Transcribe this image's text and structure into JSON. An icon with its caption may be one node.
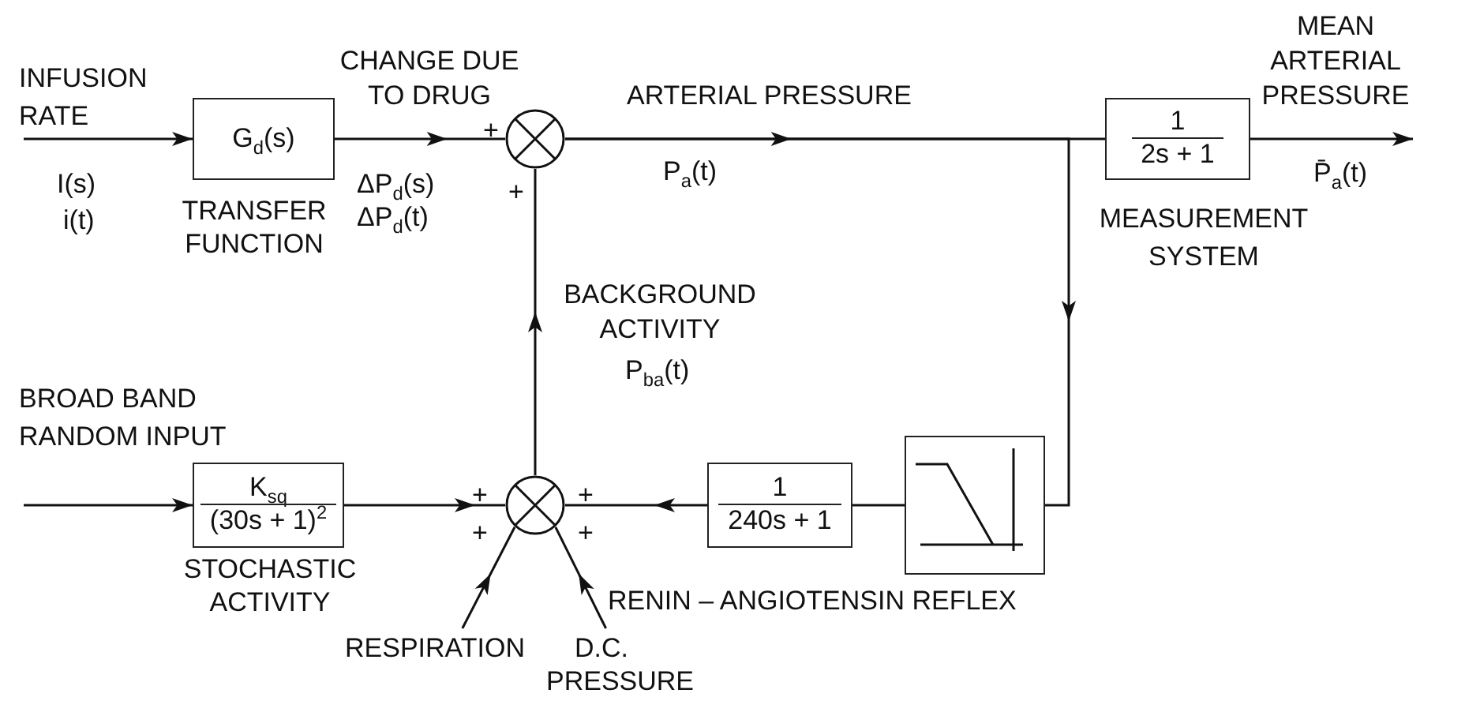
{
  "diagram": {
    "nodes": [
      {
        "text": [
          "G$_{d}$(s)"
        ],
        "beside": [
          "TRANSFER FUNCTION"
        ]
      },
      {
        "text": [],
        "shape": "circle"
      },
      {
        "text": [
          "1",
          "2s + 1"
        ]
      },
      {
        "text": [
          "K$_{sq}$",
          "(30s + 1)$^{2}$"
        ],
        "beside": [
          "STOCHASTIC ACTIVITY"
        ]
      },
      {
        "text": [],
        "shape": "circle"
      },
      {
        "text": [
          "1",
          "240s + 1"
        ]
      },
      {
        "text": [],
        "shape": "box"
      },
      {
        "text": [
          "RESPIRATION"
        ]
      },
      {
        "text": [
          "D.C. PRESSURE"
        ]
      }
    ],
    "edges": [
      {
        "from": null,
        "to": 0,
        "arrow": "to"
      },
      {
        "from": 0,
        "to": 1,
        "arrow": "to"
      },
      {
        "from": 1,
        "to": 2,
        "arrow": "to"
      },
      {
        "from": 1,
        "to": 6,
        "arrow": "to"
      },
      {
        "from": 2,
        "to": null,
        "arrow": "to"
      },
      {
        "from": null,
        "to": 3,
        "arrow": "to"
      },
      {
        "from": 3,
        "to": 4,
        "arrow": "to"
      },
      {
        "from": 6,
        "to": 5,
        "arrow": "none"
      },
      {
        "from": 5,
        "to": 4,
        "arrow": "to"
      },
      {
        "from": 4,
        "to": 1,
        "arrow": "to"
      },
      {
        "from": 7,
        "to": 4,
        "arrow": "to"
      },
      {
        "from": 8,
        "to": 4,
        "arrow": "to"
      }
    ],
    "labels": [
      "INFUSION RATE",
      "I(s)",
      "i(t)",
      "CHANGE DUE TO DRUG",
      "ΔP$_{d}$(s)",
      "ΔP$_{d}$(t)",
      "+",
      "+",
      "ARTERIAL PRESSURE",
      "P$_{a}$(t)",
      "MEAN ARTERIAL PRESSURE",
      "P̄$_{a}$(t)",
      "MEASUREMENT SYSTEM",
      "BACKGROUND ACTIVITY",
      "P$_{ba}$(t)",
      "BROAD BAND RANDOM INPUT",
      "+",
      "+",
      "+",
      "+",
      "RENIN – ANGIOTENSIN REFLEX"
    ]
  }
}
